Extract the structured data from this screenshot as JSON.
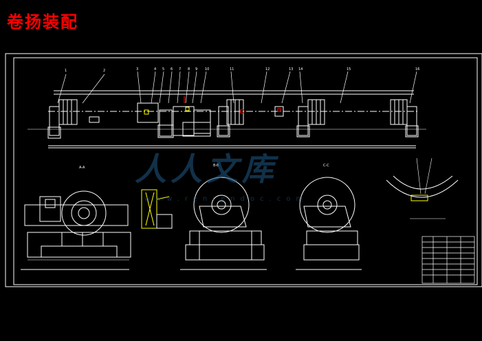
{
  "title": "卷扬装配",
  "watermark": {
    "text": "人人文库",
    "sub": "www.renrendoc.com"
  },
  "colors": {
    "background": "#000000",
    "title": "#ff0000",
    "line": "#ffffff",
    "accent": "#ffff00",
    "watermark": "#1f5a85"
  }
}
